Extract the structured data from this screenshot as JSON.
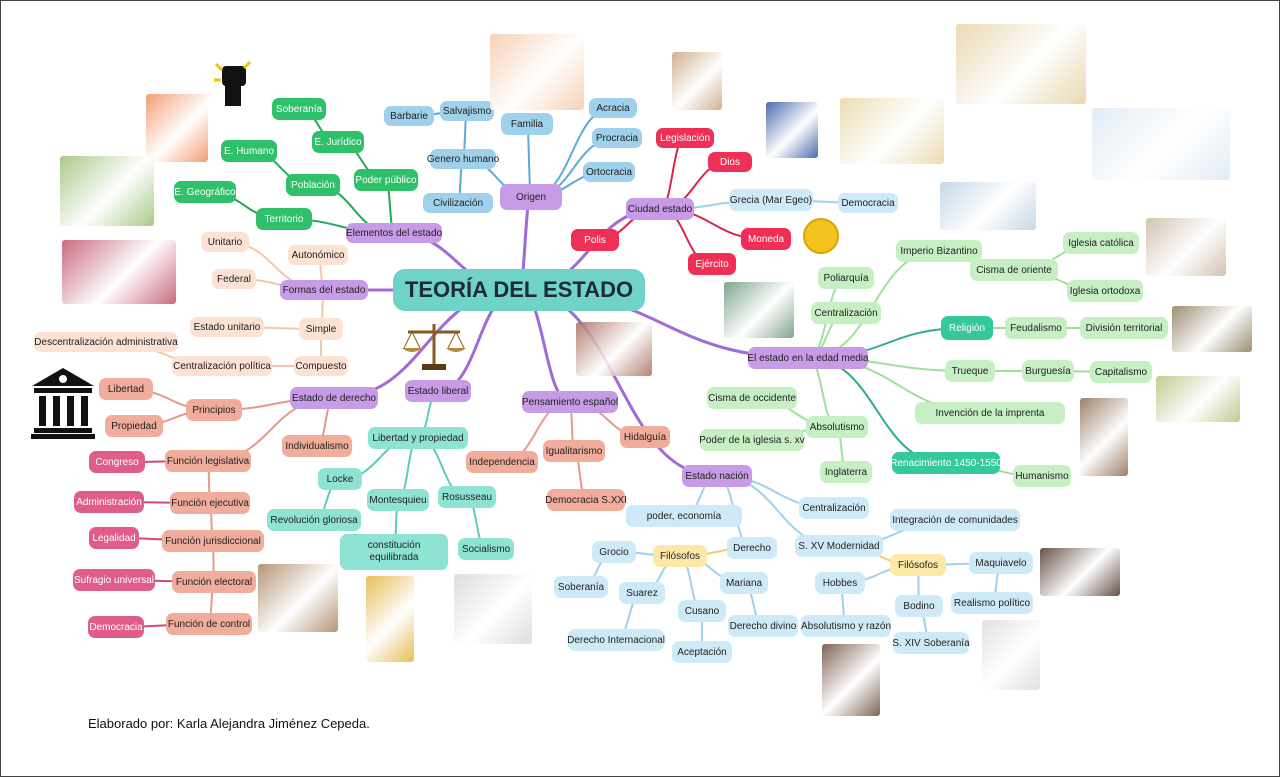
{
  "title": "TEORÍA DEL ESTADO",
  "credit": "Elaborado por: Karla Alejandra Jiménez Cepeda.",
  "colors": {
    "central": "#6fd3c7",
    "purple_node": "#c79be6",
    "purple_link": "#a06ad8",
    "blue": "#9fd0ec",
    "green": "#2fc06a",
    "peach": "#fbe2d3",
    "crimson": "#ef2f55",
    "teal": "#8fe3d3",
    "salmon": "#f0ad9c",
    "rose": "#e05c8a",
    "light_green": "#c6efc4",
    "mid_green": "#34c99a",
    "light_blue": "#cfeaf7",
    "yellow": "#fde8a8"
  },
  "diagram": {
    "nodes": [
      {
        "id": "estado",
        "label": "TEORÍA DEL ESTADO",
        "style": "central"
      },
      {
        "id": "origen",
        "label": "Origen",
        "style": "purple"
      },
      {
        "id": "familia",
        "label": "Familia",
        "style": "blue"
      },
      {
        "id": "genero",
        "label": "Genero humano",
        "style": "blue"
      },
      {
        "id": "salvajismo",
        "label": "Salvajismo",
        "style": "blue"
      },
      {
        "id": "barbarie",
        "label": "Barbarie",
        "style": "blue"
      },
      {
        "id": "civilizacion",
        "label": "Civilización",
        "style": "blue"
      },
      {
        "id": "acracia",
        "label": "Acracia",
        "style": "blue"
      },
      {
        "id": "procracia",
        "label": "Procracia",
        "style": "blue"
      },
      {
        "id": "ortocracia",
        "label": "Ortocracia",
        "style": "blue"
      },
      {
        "id": "elementos",
        "label": "Elementos del estado",
        "style": "purple"
      },
      {
        "id": "poder",
        "label": "Poder público",
        "style": "green"
      },
      {
        "id": "juridico",
        "label": "E. Jurídico",
        "style": "green"
      },
      {
        "id": "soberania1",
        "label": "Soberanía",
        "style": "green"
      },
      {
        "id": "poblacion",
        "label": "Población",
        "style": "green"
      },
      {
        "id": "humano",
        "label": "E. Humano",
        "style": "green"
      },
      {
        "id": "territorio",
        "label": "Territorio",
        "style": "green"
      },
      {
        "id": "geografico",
        "label": "E. Geográfico",
        "style": "green"
      },
      {
        "id": "formas",
        "label": "Formas del estado",
        "style": "purple"
      },
      {
        "id": "autonomico",
        "label": "Autonómico",
        "style": "peach"
      },
      {
        "id": "unitario",
        "label": "Unitario",
        "style": "peach"
      },
      {
        "id": "federal",
        "label": "Federal",
        "style": "peach"
      },
      {
        "id": "simple",
        "label": "Simple",
        "style": "peach"
      },
      {
        "id": "estadounitario",
        "label": "Estado unitario",
        "style": "peach"
      },
      {
        "id": "compuesto",
        "label": "Compuesto",
        "style": "peach"
      },
      {
        "id": "centralpol",
        "label": "Centralización política",
        "style": "peach"
      },
      {
        "id": "descentral",
        "label": "Descentralización administrativa",
        "style": "peach"
      },
      {
        "id": "ciudad",
        "label": "Ciudad estado",
        "style": "purple"
      },
      {
        "id": "legislacion",
        "label": "Legislación",
        "style": "crimson"
      },
      {
        "id": "dios",
        "label": "Dios",
        "style": "crimson"
      },
      {
        "id": "grecia",
        "label": "Grecia (Mar Egeo)",
        "style": "light_blue"
      },
      {
        "id": "democracia1",
        "label": "Democracia",
        "style": "light_blue"
      },
      {
        "id": "moneda",
        "label": "Moneda",
        "style": "crimson"
      },
      {
        "id": "polis",
        "label": "Polis",
        "style": "crimson"
      },
      {
        "id": "ejercito",
        "label": "Ejército",
        "style": "crimson"
      },
      {
        "id": "derecho",
        "label": "Estado de derecho",
        "style": "purple"
      },
      {
        "id": "principios",
        "label": "Principios",
        "style": "salmon"
      },
      {
        "id": "libertad",
        "label": "Libertad",
        "style": "salmon"
      },
      {
        "id": "propiedad",
        "label": "Propiedad",
        "style": "salmon"
      },
      {
        "id": "individualismo",
        "label": "Individualismo",
        "style": "salmon"
      },
      {
        "id": "flegislativa",
        "label": "Función legislativa",
        "style": "salmon"
      },
      {
        "id": "congreso",
        "label": "Congreso",
        "style": "rose"
      },
      {
        "id": "fejecutiva",
        "label": "Función ejecutiva",
        "style": "salmon"
      },
      {
        "id": "administracion",
        "label": "Administración",
        "style": "rose"
      },
      {
        "id": "fjurisdiccional",
        "label": "Función jurisdiccional",
        "style": "salmon"
      },
      {
        "id": "legalidad",
        "label": "Legalidad",
        "style": "rose"
      },
      {
        "id": "felectoral",
        "label": "Función electoral",
        "style": "salmon"
      },
      {
        "id": "sufragio",
        "label": "Sufragio universal",
        "style": "rose"
      },
      {
        "id": "fcontrol",
        "label": "Función de control",
        "style": "salmon"
      },
      {
        "id": "democracia2",
        "label": "Democracia",
        "style": "rose"
      },
      {
        "id": "liberal",
        "label": "Estado liberal",
        "style": "purple"
      },
      {
        "id": "libprop",
        "label": "Libertad y propiedad",
        "style": "teal"
      },
      {
        "id": "locke",
        "label": "Locke",
        "style": "teal"
      },
      {
        "id": "revolucion",
        "label": "Revolución gloriosa",
        "style": "teal"
      },
      {
        "id": "montesquieu",
        "label": "Montesquieu",
        "style": "teal"
      },
      {
        "id": "constitucion",
        "label": "constitución\nequilibrada",
        "style": "teal"
      },
      {
        "id": "rosusseau",
        "label": "Rosusseau",
        "style": "teal"
      },
      {
        "id": "socialismo",
        "label": "Socialismo",
        "style": "teal"
      },
      {
        "id": "pensamiento",
        "label": "Pensamiento español",
        "style": "purple"
      },
      {
        "id": "independencia",
        "label": "Independencia",
        "style": "salmon"
      },
      {
        "id": "igualitarismo",
        "label": "Igualitarismo",
        "style": "salmon"
      },
      {
        "id": "democraciasxxi",
        "label": "Democracia S.XXI",
        "style": "salmon"
      },
      {
        "id": "hidalguia",
        "label": "Hidalguía",
        "style": "salmon"
      },
      {
        "id": "media",
        "label": "El estado en la edad media",
        "style": "purple"
      },
      {
        "id": "poliarquia",
        "label": "Poliarquía",
        "style": "light_green"
      },
      {
        "id": "centralizacion1",
        "label": "Centralización",
        "style": "light_green"
      },
      {
        "id": "bizantino",
        "label": "Imperio Bizantino",
        "style": "light_green"
      },
      {
        "id": "cisma",
        "label": "Cisma de oriente",
        "style": "light_green"
      },
      {
        "id": "catolica",
        "label": "Iglesia católica",
        "style": "light_green"
      },
      {
        "id": "ortodoxa",
        "label": "Iglesia ortodoxa",
        "style": "light_green"
      },
      {
        "id": "religion",
        "label": "Religión",
        "style": "mid_green"
      },
      {
        "id": "feudalismo",
        "label": "Feudalismo",
        "style": "light_green"
      },
      {
        "id": "divterritorial",
        "label": "División territorial",
        "style": "light_green"
      },
      {
        "id": "trueque",
        "label": "Trueque",
        "style": "light_green"
      },
      {
        "id": "burguesia",
        "label": "Burguesía",
        "style": "light_green"
      },
      {
        "id": "capitalismo",
        "label": "Capitalismo",
        "style": "light_green"
      },
      {
        "id": "imprenta",
        "label": "Invención de la imprenta",
        "style": "light_green"
      },
      {
        "id": "renacimiento",
        "label": "Renacimiento 1450-1550",
        "style": "mid_green"
      },
      {
        "id": "humanismo",
        "label": "Humanismo",
        "style": "light_green"
      },
      {
        "id": "cismaoccidente",
        "label": "Cisma de occidente",
        "style": "light_green"
      },
      {
        "id": "poderiglesia",
        "label": "Poder de la iglesia s. xv",
        "style": "light_green"
      },
      {
        "id": "absolutismo1",
        "label": "Absolutismo",
        "style": "light_green"
      },
      {
        "id": "inglaterra",
        "label": "Inglaterra",
        "style": "light_green"
      },
      {
        "id": "nacion",
        "label": "Estado nación",
        "style": "purple"
      },
      {
        "id": "podereco",
        "label": "poder, economía",
        "style": "light_blue"
      },
      {
        "id": "centralizacion2",
        "label": "Centralización",
        "style": "light_blue"
      },
      {
        "id": "sxv",
        "label": "S. XV Modernidad",
        "style": "light_blue"
      },
      {
        "id": "integracion",
        "label": "Integración de comunidades",
        "style": "light_blue"
      },
      {
        "id": "filosofos2",
        "label": "Filósofos",
        "style": "yellow"
      },
      {
        "id": "maquiavelo",
        "label": "Maquiavelo",
        "style": "light_blue"
      },
      {
        "id": "realismo",
        "label": "Realismo político",
        "style": "light_blue"
      },
      {
        "id": "hobbes",
        "label": "Hobbes",
        "style": "light_blue"
      },
      {
        "id": "bodino",
        "label": "Bodino",
        "style": "light_blue"
      },
      {
        "id": "absrazon",
        "label": "Absolutismo y razón",
        "style": "light_blue"
      },
      {
        "id": "sxiv",
        "label": "S. XIV Soberanía",
        "style": "light_blue"
      },
      {
        "id": "derecho2",
        "label": "Derecho",
        "style": "light_blue"
      },
      {
        "id": "filosofos1",
        "label": "Filósofos",
        "style": "yellow"
      },
      {
        "id": "grocio",
        "label": "Grocio",
        "style": "light_blue"
      },
      {
        "id": "soberania2",
        "label": "Soberanía",
        "style": "light_blue"
      },
      {
        "id": "suarez",
        "label": "Suarez",
        "style": "light_blue"
      },
      {
        "id": "derechointl",
        "label": "Derecho Internacional",
        "style": "light_blue"
      },
      {
        "id": "cusano",
        "label": "Cusano",
        "style": "light_blue"
      },
      {
        "id": "aceptacion",
        "label": "Aceptación",
        "style": "light_blue"
      },
      {
        "id": "mariana",
        "label": "Mariana",
        "style": "light_blue"
      },
      {
        "id": "derechodivino",
        "label": "Derecho divino",
        "style": "light_blue"
      }
    ],
    "edges": [
      [
        "estado",
        "origen"
      ],
      [
        "origen",
        "familia"
      ],
      [
        "origen",
        "genero"
      ],
      [
        "genero",
        "salvajismo"
      ],
      [
        "salvajismo",
        "barbarie"
      ],
      [
        "genero",
        "civilizacion"
      ],
      [
        "origen",
        "acracia"
      ],
      [
        "origen",
        "procracia"
      ],
      [
        "origen",
        "ortocracia"
      ],
      [
        "estado",
        "elementos"
      ],
      [
        "elementos",
        "poder"
      ],
      [
        "poder",
        "juridico"
      ],
      [
        "juridico",
        "soberania1"
      ],
      [
        "elementos",
        "poblacion"
      ],
      [
        "poblacion",
        "humano"
      ],
      [
        "elementos",
        "territorio"
      ],
      [
        "territorio",
        "geografico"
      ],
      [
        "estado",
        "formas"
      ],
      [
        "formas",
        "autonomico"
      ],
      [
        "formas",
        "unitario"
      ],
      [
        "formas",
        "federal"
      ],
      [
        "formas",
        "simple"
      ],
      [
        "simple",
        "estadounitario"
      ],
      [
        "simple",
        "compuesto"
      ],
      [
        "compuesto",
        "centralpol"
      ],
      [
        "centralpol",
        "descentral"
      ],
      [
        "estado",
        "ciudad"
      ],
      [
        "ciudad",
        "legislacion"
      ],
      [
        "ciudad",
        "dios"
      ],
      [
        "ciudad",
        "grecia"
      ],
      [
        "grecia",
        "democracia1"
      ],
      [
        "ciudad",
        "moneda"
      ],
      [
        "ciudad",
        "polis"
      ],
      [
        "ciudad",
        "ejercito"
      ],
      [
        "estado",
        "derecho"
      ],
      [
        "derecho",
        "principios"
      ],
      [
        "principios",
        "libertad"
      ],
      [
        "principios",
        "propiedad"
      ],
      [
        "derecho",
        "individualismo"
      ],
      [
        "derecho",
        "flegislativa"
      ],
      [
        "flegislativa",
        "congreso"
      ],
      [
        "flegislativa",
        "fejecutiva"
      ],
      [
        "fejecutiva",
        "administracion"
      ],
      [
        "fejecutiva",
        "fjurisdiccional"
      ],
      [
        "fjurisdiccional",
        "legalidad"
      ],
      [
        "fjurisdiccional",
        "felectoral"
      ],
      [
        "felectoral",
        "sufragio"
      ],
      [
        "felectoral",
        "fcontrol"
      ],
      [
        "fcontrol",
        "democracia2"
      ],
      [
        "estado",
        "liberal"
      ],
      [
        "liberal",
        "libprop"
      ],
      [
        "libprop",
        "locke"
      ],
      [
        "locke",
        "revolucion"
      ],
      [
        "libprop",
        "montesquieu"
      ],
      [
        "montesquieu",
        "constitucion"
      ],
      [
        "libprop",
        "rosusseau"
      ],
      [
        "rosusseau",
        "socialismo"
      ],
      [
        "estado",
        "pensamiento"
      ],
      [
        "pensamiento",
        "independencia"
      ],
      [
        "pensamiento",
        "igualitarismo"
      ],
      [
        "igualitarismo",
        "democraciasxxi"
      ],
      [
        "pensamiento",
        "hidalguia"
      ],
      [
        "estado",
        "media"
      ],
      [
        "media",
        "poliarquia"
      ],
      [
        "media",
        "centralizacion1"
      ],
      [
        "media",
        "bizantino"
      ],
      [
        "bizantino",
        "cisma"
      ],
      [
        "cisma",
        "catolica"
      ],
      [
        "cisma",
        "ortodoxa"
      ],
      [
        "media",
        "religion"
      ],
      [
        "religion",
        "feudalismo"
      ],
      [
        "feudalismo",
        "divterritorial"
      ],
      [
        "media",
        "trueque"
      ],
      [
        "trueque",
        "burguesia"
      ],
      [
        "burguesia",
        "capitalismo"
      ],
      [
        "media",
        "imprenta"
      ],
      [
        "media",
        "renacimiento"
      ],
      [
        "renacimiento",
        "humanismo"
      ],
      [
        "media",
        "absolutismo1"
      ],
      [
        "absolutismo1",
        "cismaoccidente"
      ],
      [
        "absolutismo1",
        "poderiglesia"
      ],
      [
        "absolutismo1",
        "inglaterra"
      ],
      [
        "estado",
        "nacion"
      ],
      [
        "nacion",
        "podereco"
      ],
      [
        "nacion",
        "centralizacion2"
      ],
      [
        "nacion",
        "sxv"
      ],
      [
        "sxv",
        "integracion"
      ],
      [
        "sxv",
        "filosofos2"
      ],
      [
        "filosofos2",
        "maquiavelo"
      ],
      [
        "maquiavelo",
        "realismo"
      ],
      [
        "filosofos2",
        "hobbes"
      ],
      [
        "hobbes",
        "absrazon"
      ],
      [
        "filosofos2",
        "bodino"
      ],
      [
        "bodino",
        "sxiv"
      ],
      [
        "nacion",
        "derecho2"
      ],
      [
        "derecho2",
        "filosofos1"
      ],
      [
        "filosofos1",
        "grocio"
      ],
      [
        "grocio",
        "soberania2"
      ],
      [
        "filosofos1",
        "suarez"
      ],
      [
        "suarez",
        "derechointl"
      ],
      [
        "filosofos1",
        "cusano"
      ],
      [
        "cusano",
        "aceptacion"
      ],
      [
        "filosofos1",
        "mariana"
      ],
      [
        "mariana",
        "derechodivino"
      ]
    ]
  },
  "images": [
    {
      "id": "family",
      "name": "family-illustration"
    },
    {
      "id": "gavel",
      "name": "gavel-figure-illustration"
    },
    {
      "id": "fist",
      "name": "raised-fist-icon"
    },
    {
      "id": "people",
      "name": "people-crowd-illustration"
    },
    {
      "id": "mexico",
      "name": "mexico-map-image"
    },
    {
      "id": "flags",
      "name": "flags-image"
    },
    {
      "id": "religions",
      "name": "religion-symbols-image"
    },
    {
      "id": "protest",
      "name": "protest-signs-illustration"
    },
    {
      "id": "worldmap",
      "name": "justice-world-map-image"
    },
    {
      "id": "dots",
      "name": "colorful-dots-map-image"
    },
    {
      "id": "europe",
      "name": "europe-map-image"
    },
    {
      "id": "coin",
      "name": "coin-icon"
    },
    {
      "id": "pope",
      "name": "pope-photo"
    },
    {
      "id": "trees",
      "name": "tree-hierarchy-illustration"
    },
    {
      "id": "feudal",
      "name": "feudal-painting"
    },
    {
      "id": "scales",
      "name": "scales-of-justice-icon"
    },
    {
      "id": "battle",
      "name": "medieval-battle-painting"
    },
    {
      "id": "market",
      "name": "market-painting"
    },
    {
      "id": "press",
      "name": "printing-press-painting"
    },
    {
      "id": "courthouse",
      "name": "courthouse-icon"
    },
    {
      "id": "revolution",
      "name": "revolution-painting"
    },
    {
      "id": "gavel2",
      "name": "gavel-sprout-image"
    },
    {
      "id": "fistchain",
      "name": "fist-chain-drawing"
    },
    {
      "id": "machiavelli",
      "name": "machiavelli-portrait"
    },
    {
      "id": "bodin",
      "name": "bodin-portrait"
    },
    {
      "id": "hobbesp",
      "name": "hobbes-portrait"
    }
  ]
}
